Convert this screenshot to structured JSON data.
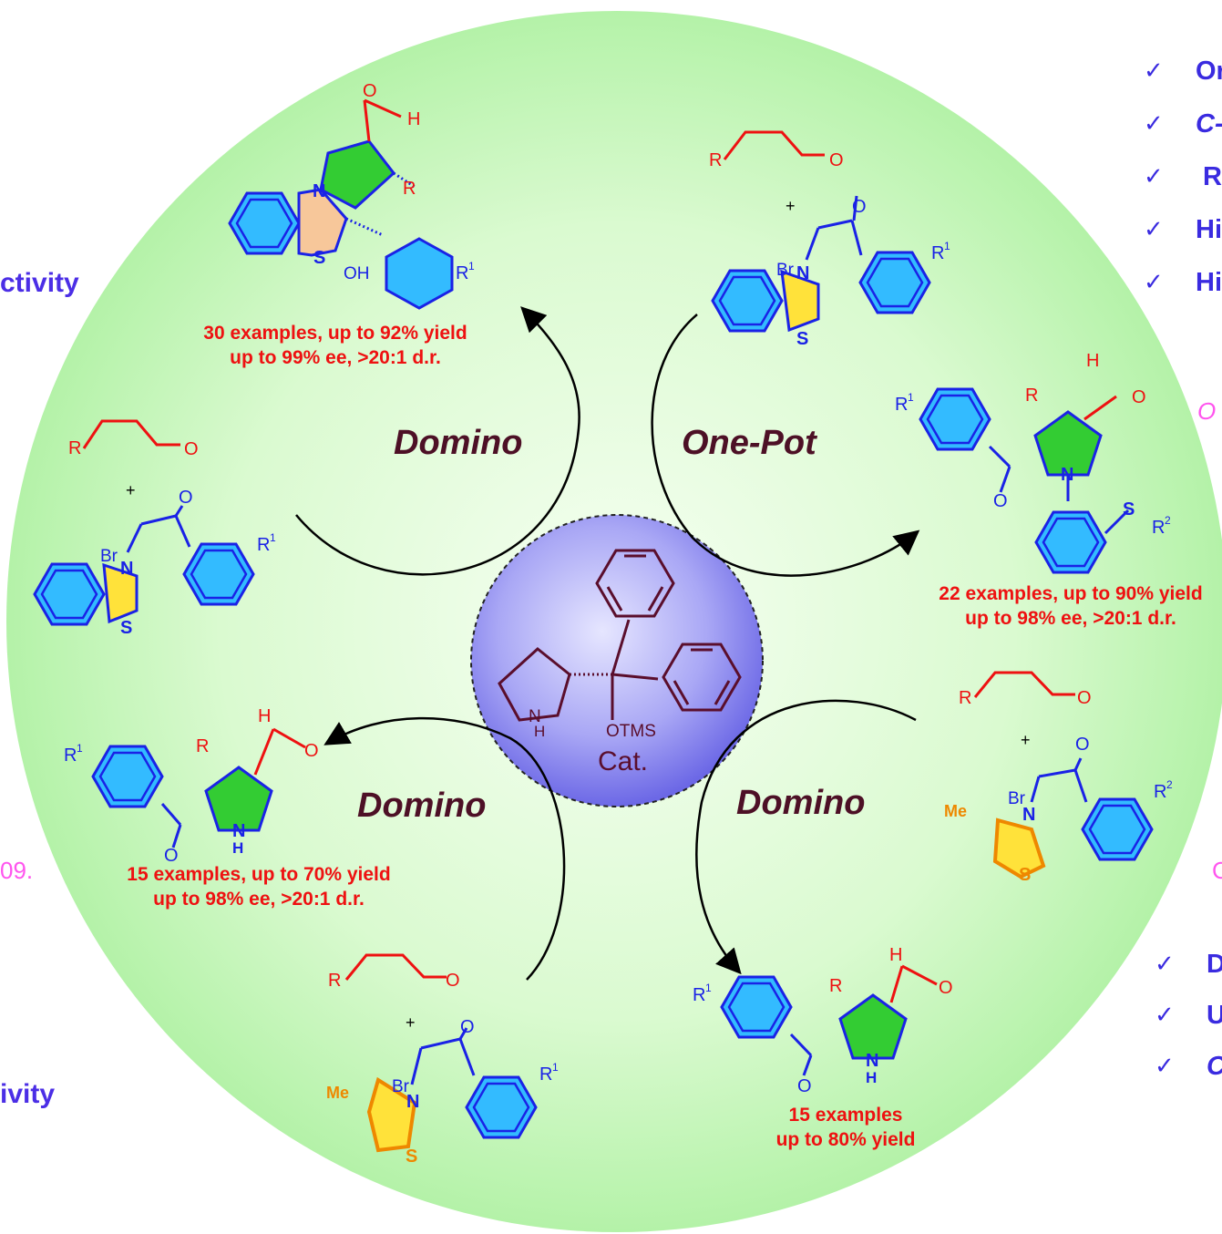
{
  "center": {
    "label": "Cat.",
    "nh": "N",
    "h": "H",
    "otms": "OTMS"
  },
  "reactions": {
    "domino_top": "Domino",
    "onepot": "One-Pot",
    "domino_bottom_left": "Domino",
    "domino_bottom_right": "Domino"
  },
  "results": {
    "top_left": [
      "30 examples, up to 92% yield",
      "up to 99% ee, >20:1 d.r."
    ],
    "right": [
      "22 examples, up to 90% yield",
      "up to 98% ee, >20:1 d.r."
    ],
    "bottom_left": [
      "15 examples, up to 70% yield",
      "up to 98% ee, >20:1 d.r."
    ],
    "bottom_right": [
      "15 examples",
      "up to 80% yield"
    ]
  },
  "side_fragments": {
    "left_top": "ctivity",
    "left_bottom": "ivity",
    "left_pink": "09.",
    "right_pink_top": "O",
    "right_pink_bottom": "C"
  },
  "right_checklist_top": [
    "Or",
    "C-",
    "R",
    "Hi",
    "Hi"
  ],
  "right_checklist_bottom": [
    "D",
    "U",
    "C"
  ],
  "check_glyph": "✓",
  "atoms": {
    "R": "R",
    "O": "O",
    "H": "H",
    "N": "N",
    "S": "S",
    "OH": "OH",
    "Br": "Br",
    "R1": "R",
    "R2": "R",
    "sup1": "1",
    "sup2": "2",
    "Me": "Me",
    "plus": "+"
  },
  "colors": {
    "circle_center": "#f4fff0",
    "circle_edge": "#b4f2a8",
    "catalyst_center": "#d8d6ff",
    "catalyst_edge": "#6c68e6",
    "red": "#ee1111",
    "blue": "#1a22e6",
    "aromatic_fill": "#33bbff",
    "green_fill": "#33cc33",
    "orange": "#ee8800",
    "label_dark": "#4d1026",
    "purple": "#4b2ee6",
    "maroon": "#6a1030"
  }
}
